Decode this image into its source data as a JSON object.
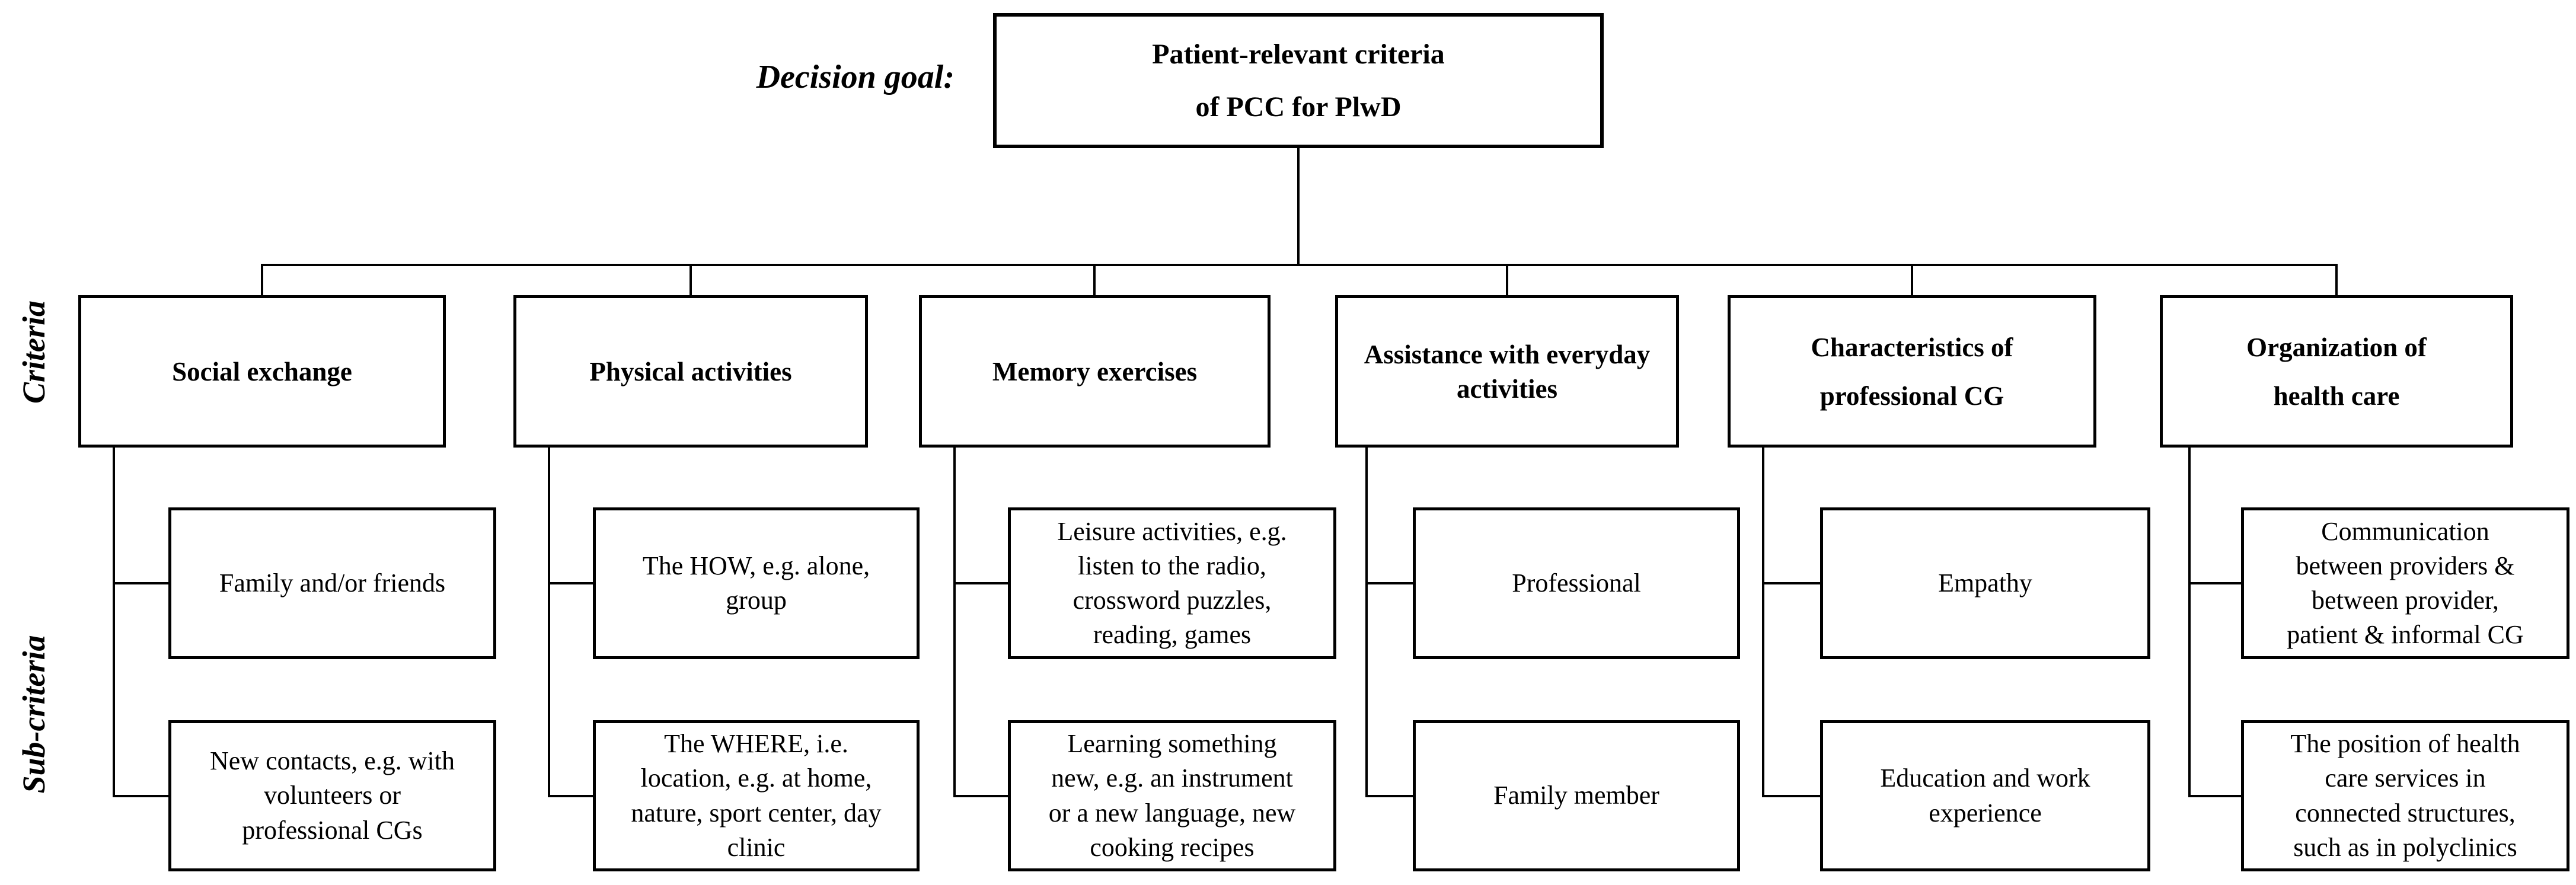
{
  "labels": {
    "decision_goal": "Decision goal:",
    "criteria_axis": "Criteria",
    "sub_criteria_axis": "Sub-criteria"
  },
  "goal": {
    "lines": [
      "Patient-relevant criteria",
      "of PCC for PlwD"
    ]
  },
  "columns": [
    {
      "criterion": {
        "lines": [
          "Social exchange"
        ]
      },
      "subs": [
        {
          "lines": [
            "Family and/or friends"
          ]
        },
        {
          "lines": [
            "New contacts, e.g. with",
            "volunteers or",
            "professional CGs"
          ]
        }
      ]
    },
    {
      "criterion": {
        "lines": [
          "Physical activities"
        ]
      },
      "subs": [
        {
          "lines": [
            "The HOW, e.g. alone,",
            "group"
          ]
        },
        {
          "lines": [
            "The WHERE, i.e.",
            "location, e.g. at home,",
            "nature, sport center, day",
            "clinic"
          ]
        }
      ]
    },
    {
      "criterion": {
        "lines": [
          "Memory exercises"
        ]
      },
      "subs": [
        {
          "lines": [
            "Leisure activities, e.g.",
            "listen to the radio,",
            "crossword puzzles,",
            "reading, games"
          ]
        },
        {
          "lines": [
            "Learning something",
            "new, e.g. an instrument",
            "or a new language, new",
            "cooking recipes"
          ]
        }
      ]
    },
    {
      "criterion": {
        "lines": [
          "Assistance with everyday",
          "activities"
        ]
      },
      "subs": [
        {
          "lines": [
            "Professional"
          ]
        },
        {
          "lines": [
            "Family member"
          ]
        }
      ]
    },
    {
      "criterion": {
        "lines": [
          "Characteristics of",
          "professional CG"
        ]
      },
      "subs": [
        {
          "lines": [
            "Empathy"
          ]
        },
        {
          "lines": [
            "Education and work",
            "experience"
          ]
        }
      ]
    },
    {
      "criterion": {
        "lines": [
          "Organization of",
          "health care"
        ]
      },
      "subs": [
        {
          "lines": [
            "Communication",
            "between providers &",
            "between provider,",
            "patient & informal CG"
          ]
        },
        {
          "lines": [
            "The position of health",
            "care services in",
            "connected structures,",
            "such as in polyclinics"
          ]
        }
      ]
    }
  ]
}
